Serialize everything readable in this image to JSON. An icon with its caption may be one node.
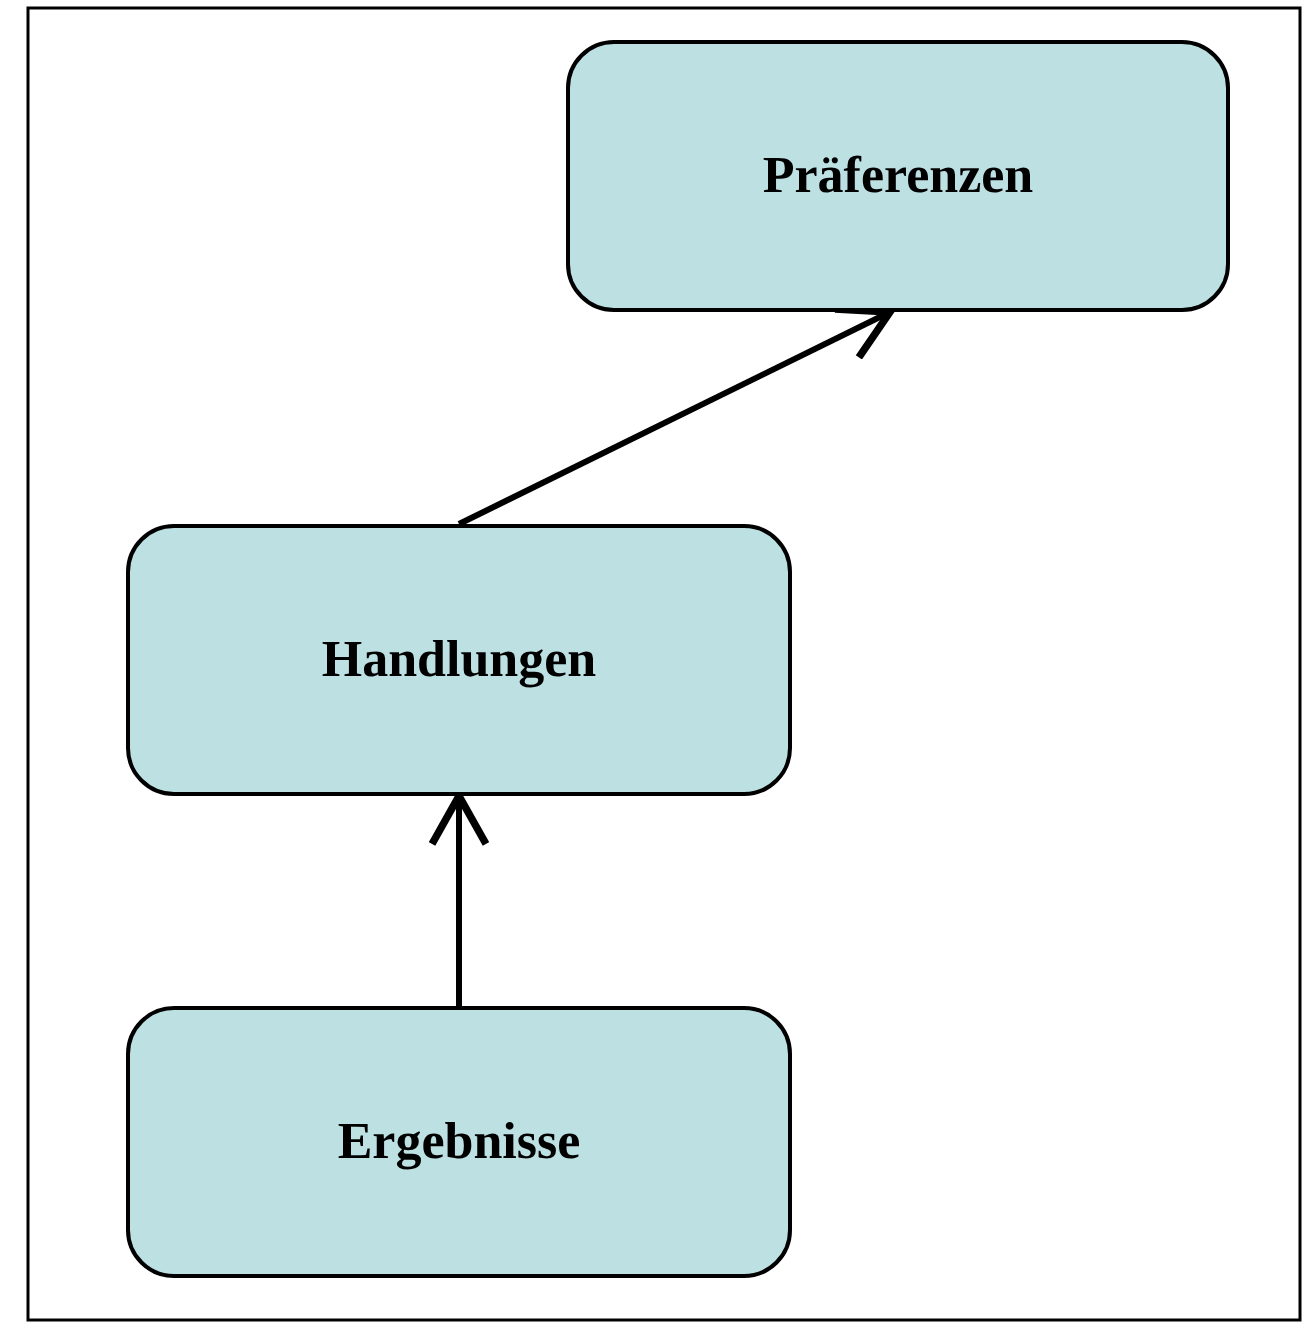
{
  "diagram": {
    "nodes": [
      {
        "text": [
          "Präferenzen"
        ]
      },
      {
        "text": [
          "Handlungen"
        ]
      },
      {
        "text": [
          "Ergebnisse"
        ]
      }
    ],
    "edges": [
      {
        "from": 1,
        "to": 0,
        "arrow": "to"
      },
      {
        "from": 2,
        "to": 1,
        "arrow": "to"
      }
    ]
  }
}
